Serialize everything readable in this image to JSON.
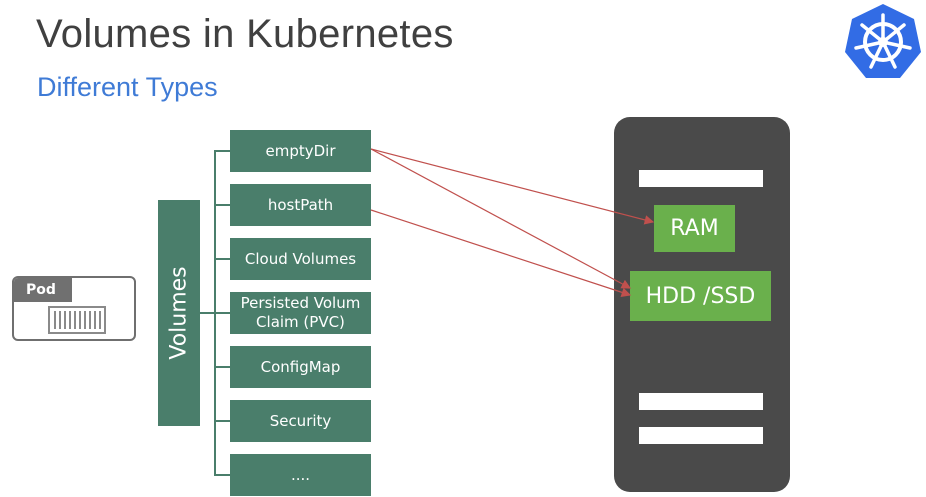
{
  "header": {
    "title": "Volumes in Kubernetes",
    "subtitle": "Different Types"
  },
  "pod": {
    "label": "Pod"
  },
  "volumes": {
    "label": "Volumes",
    "types": [
      {
        "label": "emptyDir"
      },
      {
        "label": "hostPath"
      },
      {
        "label": "Cloud Volumes"
      },
      {
        "label": "Persisted Volum\nClaim (PVC)"
      },
      {
        "label": "ConfigMap"
      },
      {
        "label": "Security"
      },
      {
        "label": "...."
      }
    ]
  },
  "server": {
    "storage": [
      {
        "label": "RAM"
      },
      {
        "label": "HDD /SSD"
      }
    ]
  },
  "colors": {
    "volume_green": "#4a7e6b",
    "storage_green": "#6ab04c",
    "server_gray": "#4a4a4a",
    "arrow": "#c0504d",
    "subtitle_blue": "#3f7bd6"
  },
  "icons": [
    "kubernetes-logo-icon",
    "container-icon"
  ]
}
